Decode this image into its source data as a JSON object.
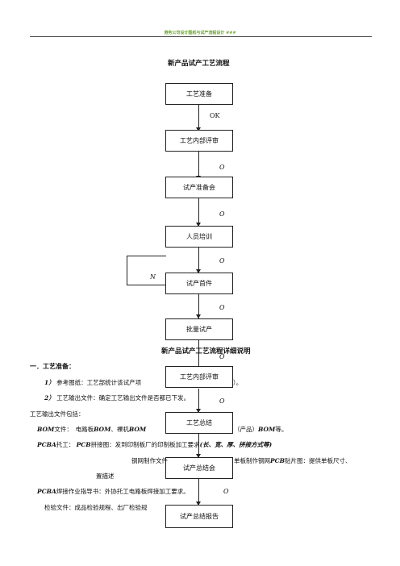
{
  "header": {
    "text": "港务公司设计图纸与试产流程设计 ###"
  },
  "flow": {
    "title": "新产品试产工艺流程",
    "boxes": [
      "工艺准备",
      "工艺内部评审",
      "试产准备会",
      "人员培训",
      "试产首件",
      "批量试产",
      "工艺内部评审",
      "工艺总结",
      "试产总结会",
      "试产总结报告"
    ],
    "labels": {
      "ok": "OK",
      "o": "O",
      "n": "N"
    }
  },
  "detail": {
    "title": "新产品试产工艺流程详细说明",
    "section1": "一．工艺准备：",
    "item1_num": "1）",
    "item1_text": "参考图纸：工艺部统计该试产项",
    "item1_tail": "）。",
    "item2_num": "2）",
    "item2_text": "工艺输出文件：确定工艺输出文件是否都已下发。",
    "output_intro": "工艺输出文件包括：",
    "bom_a": "BOM",
    "bom_text1": "文件：　电路板",
    "bom_b": "BOM",
    "bom_text2": "、裸机",
    "bom_c": "BOM",
    "bom_tail": "（产品）",
    "bom_d": "BOM",
    "bom_end": "等。",
    "pcba_a": "PCBA",
    "pcba_text1": "托工：",
    "pcb_a": "PCB",
    "pcba_text2": "拼接图：发到印制板厂的印制板加工要求",
    "pcba_tail": "(长、宽、厚、拼接方式等)",
    "stencil_text": "钢网制作文件",
    "stencil_tail": "单板制作钢网",
    "pcb_b": "PCB",
    "stencil_end": "贴片图：提供单板尺寸、",
    "position_desc": "置描述",
    "pcba_b": "PCBA",
    "weld_text": "焊接作业指导书：外协托工电路板焊接加工要求。",
    "inspect_text": "检验文件：成品检验规程、出厂检验规"
  }
}
